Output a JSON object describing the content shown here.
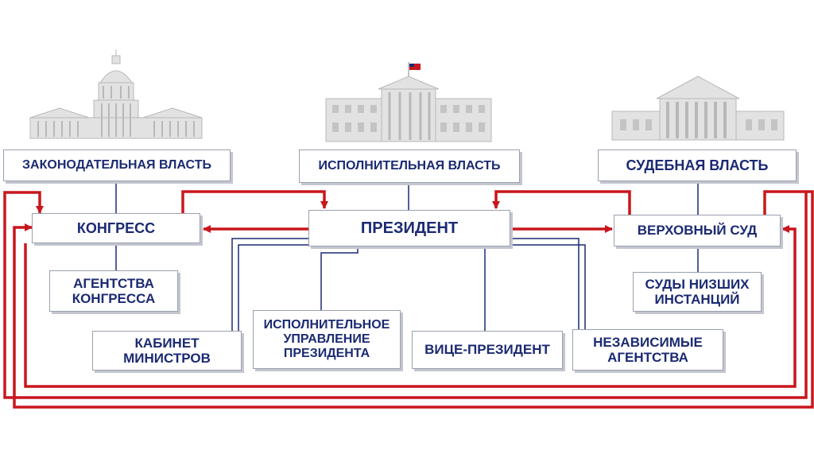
{
  "branches": {
    "legislative": {
      "label": "ЗАКОНОДАТЕЛЬНАЯ ВЛАСТЬ",
      "building_icon": "capitol-building-icon"
    },
    "executive": {
      "label": "ИСПОЛНИТЕЛЬНАЯ ВЛАСТЬ",
      "building_icon": "white-house-icon"
    },
    "judicial": {
      "label": "СУДЕБНАЯ ВЛАСТЬ",
      "building_icon": "supreme-court-building-icon"
    }
  },
  "nodes": {
    "congress": "КОНГРЕСС",
    "president": "ПРЕЗИДЕНТ",
    "supreme_court": "ВЕРХОВНЫЙ СУД",
    "congress_agencies": {
      "line1": "АГЕНТСТВА",
      "line2": "КОНГРЕССА"
    },
    "lower_courts": {
      "line1": "СУДЫ НИЗШИХ",
      "line2": "ИНСТАНЦИЙ"
    },
    "cabinet": {
      "line1": "КАБИНЕТ",
      "line2": "МИНИСТРОВ"
    },
    "executive_office": {
      "line1": "ИСПОЛНИТЕЛЬНОЕ",
      "line2": "УПРАВЛЕНИЕ",
      "line3": "ПРЕЗИДЕНТА"
    },
    "vice_president": "ВИЦЕ-ПРЕЗИДЕНТ",
    "independent_agencies": {
      "line1": "НЕЗАВИСИМЫЕ",
      "line2": "АГЕНТСТВА"
    }
  },
  "colors": {
    "text": "#1b2a72",
    "box_border": "#9aa0b0",
    "box_shadow": "#c4c6cf",
    "connector": "#1b2a72",
    "arrow": "#c8161d",
    "building": "#e2e2e2",
    "building_detail": "#b8b8b8"
  }
}
